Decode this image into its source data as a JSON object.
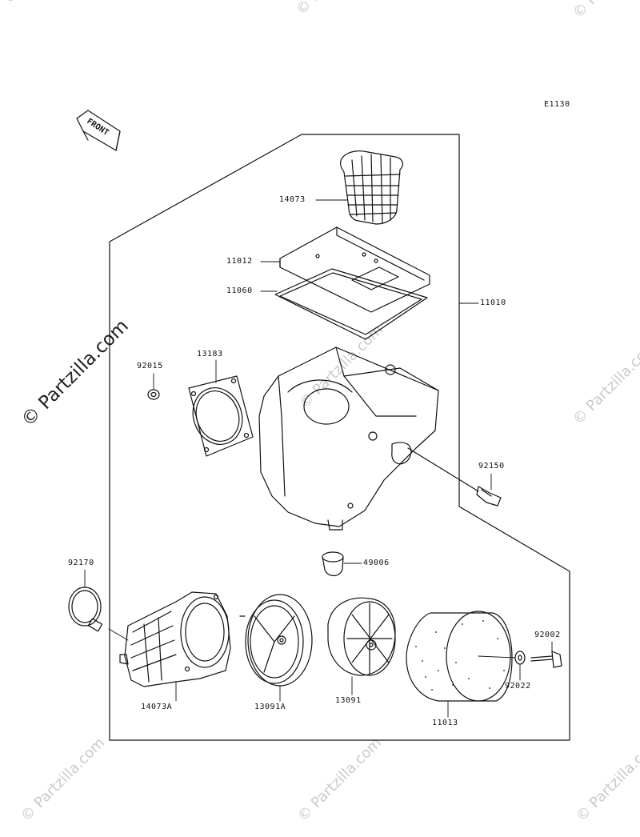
{
  "diagram_code": "E1130",
  "front_label": "FRONT",
  "watermark": "© Partzilla.com",
  "part_labels": {
    "p14073": "14073",
    "p11012": "11012",
    "p11060": "11060",
    "p11010": "11010",
    "p92015": "92015",
    "p13183": "13183",
    "p92150": "92150",
    "p49006": "49006",
    "p92170": "92170",
    "p92002": "92002",
    "p92022": "92022",
    "p14073A": "14073A",
    "p13091A": "13091A",
    "p13091": "13091",
    "p11013": "11013"
  },
  "colors": {
    "line": "#111111",
    "watermark": "#c9c9c9"
  }
}
